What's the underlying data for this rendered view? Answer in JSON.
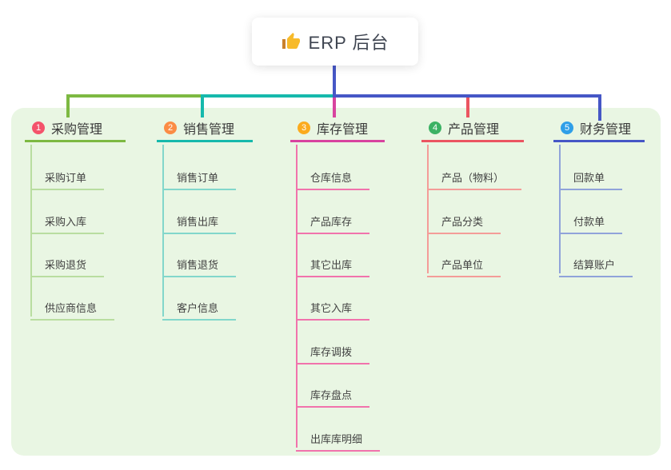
{
  "root": {
    "title": "ERP 后台",
    "icon": "thumbs-up-icon"
  },
  "colors": {
    "panel_background": "#e9f6e3",
    "root_stem_blue": "#4657c6",
    "branch_line_colors": [
      "#7db942",
      "#16b9ac",
      "#d8439f",
      "#eb5561",
      "#4657c6"
    ],
    "branch_child_line_colors": [
      "#b9dda0",
      "#82d7cb",
      "#f173ac",
      "#f49c98",
      "#90a3da"
    ],
    "badge_colors": [
      "#f4536b",
      "#fb8c45",
      "#fbab1d",
      "#3cb264",
      "#2f9fe8"
    ],
    "thumb_yellow": "#f7ba2a",
    "thumb_cuff": "#c9802b"
  },
  "branches": [
    {
      "num": "1",
      "label": "采购管理",
      "children": [
        "采购订单",
        "采购入库",
        "采购退货",
        "供应商信息"
      ]
    },
    {
      "num": "2",
      "label": "销售管理",
      "children": [
        "销售订单",
        "销售出库",
        "销售退货",
        "客户信息"
      ]
    },
    {
      "num": "3",
      "label": "库存管理",
      "children": [
        "仓库信息",
        "产品库存",
        "其它出库",
        "其它入库",
        "库存调拨",
        "库存盘点",
        "出库库明细"
      ]
    },
    {
      "num": "4",
      "label": "产品管理",
      "children": [
        "产品（物料）",
        "产品分类",
        "产品单位"
      ]
    },
    {
      "num": "5",
      "label": "财务管理",
      "children": [
        "回款单",
        "付款单",
        "结算账户"
      ]
    }
  ]
}
